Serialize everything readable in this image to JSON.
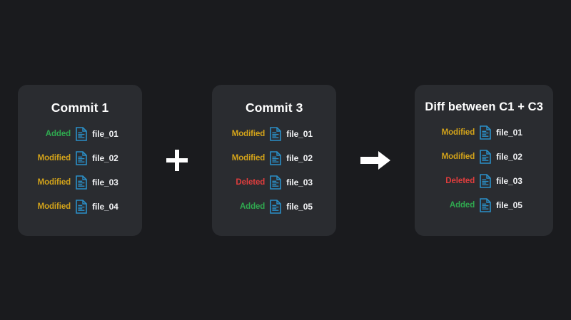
{
  "background_color": "#1a1b1e",
  "panel_color": "#2a2c30",
  "status_colors": {
    "added": "#2fa84f",
    "modified": "#d3a31a",
    "deleted": "#df3d3d"
  },
  "file_icon_color": "#2b8fc7",
  "connectors": {
    "plus": {
      "name": "plus-sign",
      "glyph": "+",
      "color": "#ffffff"
    },
    "arrow": {
      "name": "right-arrow",
      "glyph": "→",
      "color": "#ffffff"
    }
  },
  "panels": [
    {
      "title": "Commit 1",
      "rows": [
        {
          "status": "Added",
          "status_type": "added",
          "file": "file_01"
        },
        {
          "status": "Modified",
          "status_type": "modified",
          "file": "file_02"
        },
        {
          "status": "Modified",
          "status_type": "modified",
          "file": "file_03"
        },
        {
          "status": "Modified",
          "status_type": "modified",
          "file": "file_04"
        }
      ]
    },
    {
      "title": "Commit 3",
      "rows": [
        {
          "status": "Modified",
          "status_type": "modified",
          "file": "file_01"
        },
        {
          "status": "Modified",
          "status_type": "modified",
          "file": "file_02"
        },
        {
          "status": "Deleted",
          "status_type": "deleted",
          "file": "file_03"
        },
        {
          "status": "Added",
          "status_type": "added",
          "file": "file_05"
        }
      ]
    },
    {
      "title": "Diff between C1 + C3",
      "rows": [
        {
          "status": "Modified",
          "status_type": "modified",
          "file": "file_01"
        },
        {
          "status": "Modified",
          "status_type": "modified",
          "file": "file_02"
        },
        {
          "status": "Deleted",
          "status_type": "deleted",
          "file": "file_03"
        },
        {
          "status": "Added",
          "status_type": "added",
          "file": "file_05"
        }
      ]
    }
  ]
}
